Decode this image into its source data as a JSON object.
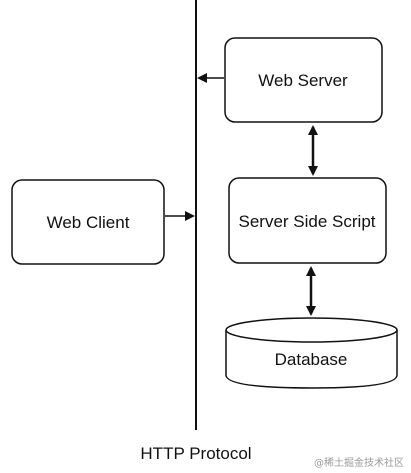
{
  "diagram": {
    "nodes": {
      "web_server": "Web Server",
      "server_side_script": "Server Side Script",
      "database": "Database",
      "web_client": "Web Client"
    },
    "divider_label": "HTTP Protocol",
    "watermark": "@稀土掘金技术社区"
  },
  "colors": {
    "stroke": "#111111",
    "background": "#ffffff",
    "watermark": "#9a9a9a"
  }
}
